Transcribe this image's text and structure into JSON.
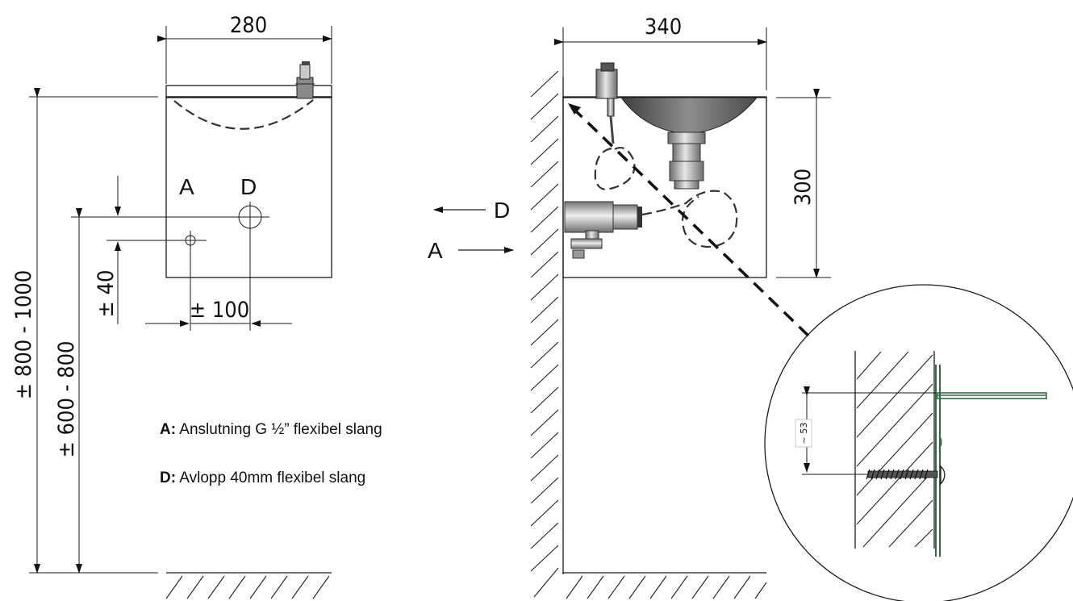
{
  "front_view": {
    "width_dim": "280",
    "total_height_dim": "±  800  -  1000",
    "connection_height_dim": "±  600  -  800",
    "vertical_offset_dim": "±  40",
    "horizontal_offset_dim": "±  100",
    "label_a": "A",
    "label_d": "D"
  },
  "side_view": {
    "width_dim": "340",
    "height_dim": "300",
    "arrow_label_d": "D",
    "arrow_label_a": "A"
  },
  "detail_view": {
    "screw_depth_dim": "~ 53"
  },
  "legend": {
    "a_key": "A:",
    "a_text": " Anslutning G ½” flexibel slang",
    "d_key": "D:",
    "d_text": " Avlopp 40mm flexibel slang"
  },
  "colors": {
    "line": "#1a1a1a",
    "basin_dark": "#555555",
    "basin_light": "#9a9a9a",
    "detail_green": "#2e6b3e"
  }
}
